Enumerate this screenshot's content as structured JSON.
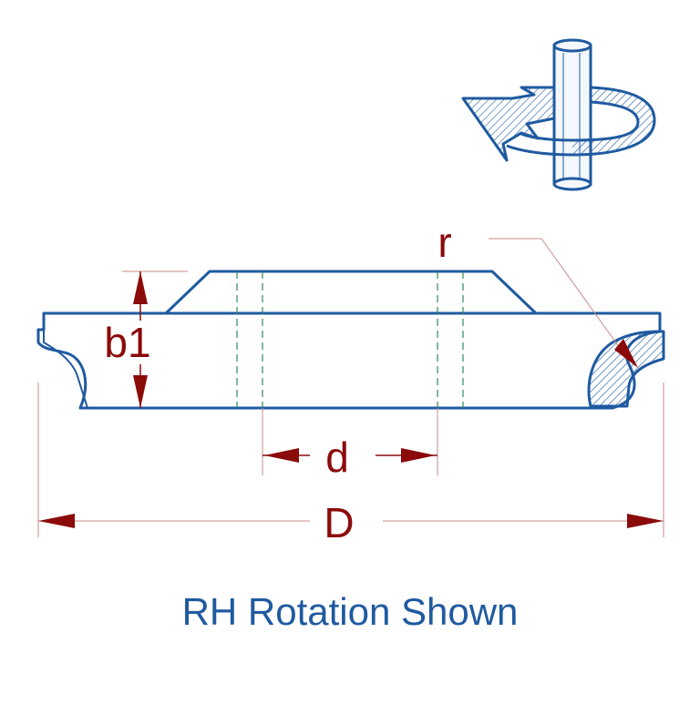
{
  "labels": {
    "r": "r",
    "b1": "b1",
    "d": "d",
    "D": "D"
  },
  "caption": "RH Rotation Shown",
  "colors": {
    "outline": "#1f5aa0",
    "dimension": "#8b0a0a",
    "extension_line": "#c98a8a",
    "hatch": "#1f5aa0",
    "caption": "#1f5aa0"
  },
  "icons": {
    "rotation": "rh-rotation-arrow-icon"
  }
}
